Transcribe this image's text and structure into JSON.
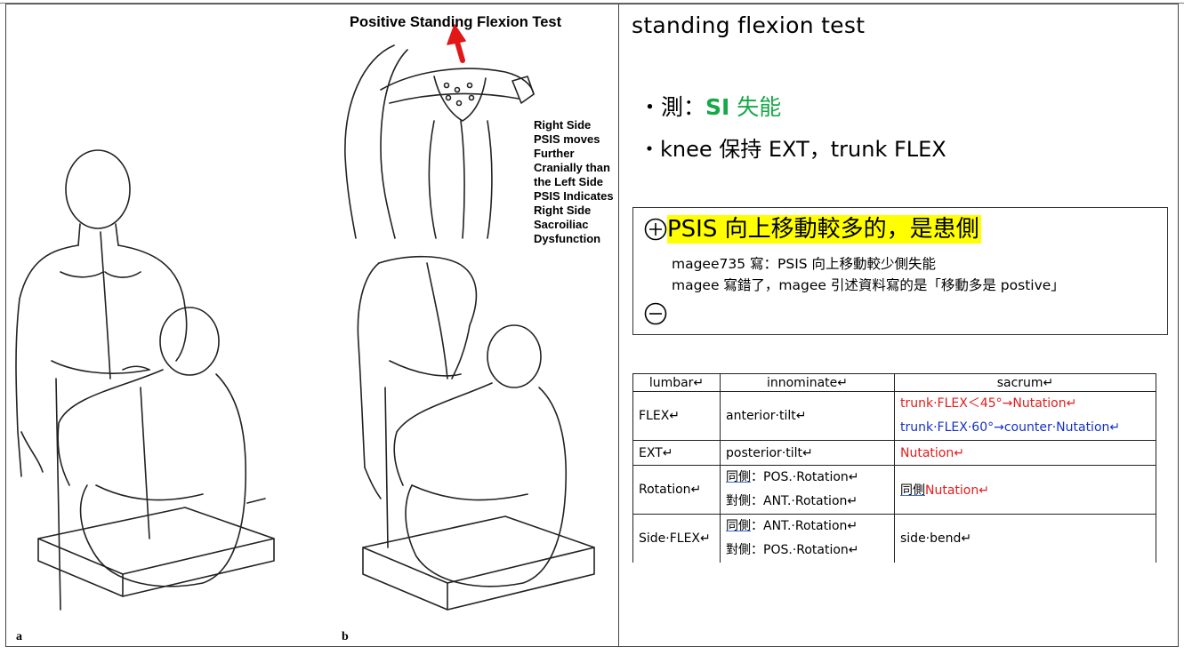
{
  "figure": {
    "title": "Positive Standing Flexion Test",
    "caption_lines": [
      "Right Side",
      "PSIS moves",
      "Further",
      "Cranially than",
      "the Left Side",
      "PSIS Indicates",
      "Right Side",
      "Sacroiliac",
      "Dysfunction"
    ],
    "label_a": "a",
    "label_b": "b"
  },
  "slide": {
    "title": "standing flexion test",
    "bullets": {
      "b1_prefix": "・測：",
      "b1_green_bold": "SI",
      "b1_green_rest": " 失能",
      "b2": "・knee  保持 EXT，trunk FLEX"
    },
    "box": {
      "positive_text": "PSIS 向上移動較多的，是患側",
      "note1": "magee735 寫：PSIS 向上移動較少側失能",
      "note2": "magee 寫錯了，magee 引述資料寫的是「移動多是 postive」"
    }
  },
  "table": {
    "headers": [
      "lumbar↵",
      "innominate↵",
      "sacrum↵"
    ],
    "rows": [
      {
        "c1": "FLEX↵",
        "c2": [
          "anterior·tilt↵"
        ],
        "c3_red": "trunk·FLEX＜45°→Nutation↵",
        "c3_blue": "trunk·FLEX·60°→counter·Nutation↵"
      },
      {
        "c1": "EXT↵",
        "c2": [
          "posterior·tilt↵"
        ],
        "c3_red": "Nutation↵"
      },
      {
        "c1": "Rotation↵",
        "c2a_ul": "同側",
        "c2a": "：POS.·Rotation↵",
        "c2b": "對側：ANT.·Rotation↵",
        "c3_ul": "同側",
        "c3_red": "Nutation↵"
      },
      {
        "c1": "Side·FLEX↵",
        "c2a_ul": "同側",
        "c2a": "：ANT.·Rotation↵",
        "c2b": "對側：POS.·Rotation↵",
        "c3": "side·bend↵"
      }
    ]
  },
  "colors": {
    "green": "#17a848",
    "red": "#e31b1b",
    "blue": "#1630c8",
    "highlight": "#ffff00"
  }
}
